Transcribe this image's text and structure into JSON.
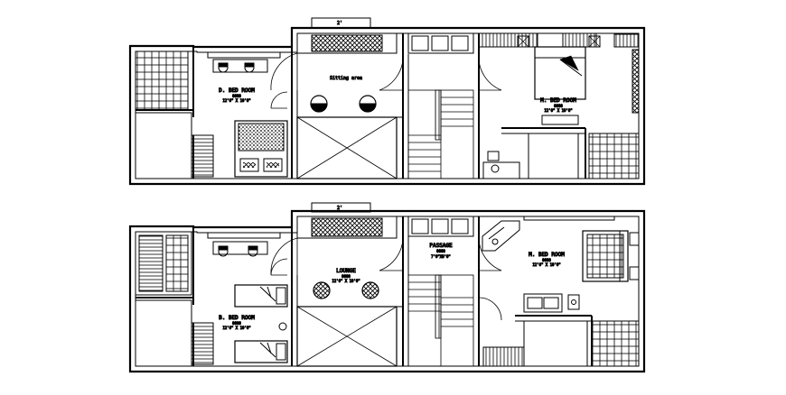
{
  "upper_plan": {
    "top_dimension": "2'",
    "rooms": {
      "bedroom_left": {
        "name": "D. BED ROOM",
        "code": "0000",
        "size": "12'0\" X 10'0\""
      },
      "sitting_area": {
        "name": "Sitting area"
      },
      "bedroom_right": {
        "name": "M. BED ROOM",
        "code": "0000",
        "size": "12'0\" X 10'0\""
      }
    }
  },
  "lower_plan": {
    "top_dimension": "2'",
    "rooms": {
      "bedroom_left": {
        "name": "B. BED ROOM",
        "code": "0000",
        "size": "12'0\" X 10'0\""
      },
      "lounge": {
        "name": "LOUNGE",
        "code": "0000",
        "size": "12'0\" X 10'0\""
      },
      "passage": {
        "name": "PASSAGE",
        "code": "0000",
        "size": "7'0\"X6'0\""
      },
      "bedroom_right": {
        "name": "M. BED ROOM",
        "code": "0000",
        "size": "12'0\" X 10'0\""
      }
    }
  },
  "colors": {
    "line": "#000000",
    "background": "#ffffff"
  }
}
